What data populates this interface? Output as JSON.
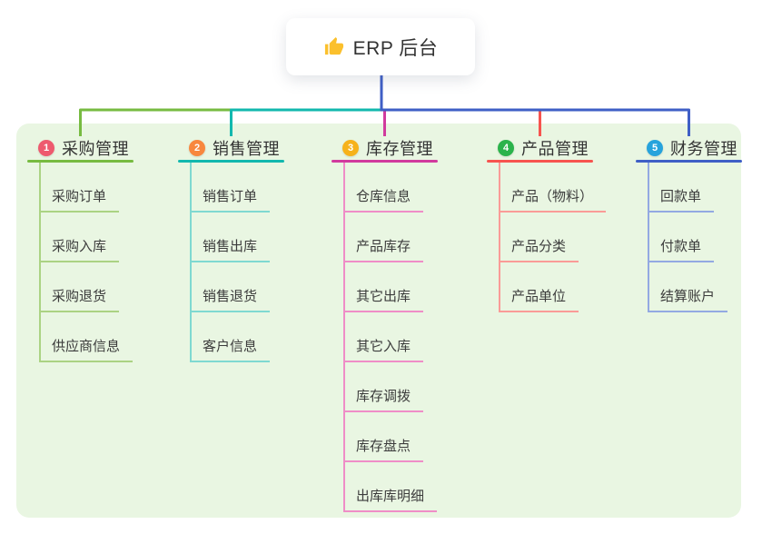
{
  "root": {
    "label": "ERP 后台",
    "icon": "thumbs-up-icon",
    "icon_color": "#fbc02d"
  },
  "branches": [
    {
      "number": "1",
      "label": "采购管理",
      "badge_color": "#ee5a6e",
      "line_color": "#77bb41",
      "child_line_color": "#abd383",
      "children": [
        "采购订单",
        "采购入库",
        "采购退货",
        "供应商信息"
      ]
    },
    {
      "number": "2",
      "label": "销售管理",
      "badge_color": "#f8873e",
      "line_color": "#12b8ae",
      "child_line_color": "#7fd9d1",
      "children": [
        "销售订单",
        "销售出库",
        "销售退货",
        "客户信息"
      ]
    },
    {
      "number": "3",
      "label": "库存管理",
      "badge_color": "#f6b21b",
      "line_color": "#d13a9e",
      "child_line_color": "#ef8dc7",
      "children": [
        "仓库信息",
        "产品库存",
        "其它出库",
        "其它入库",
        "库存调拨",
        "库存盘点",
        "出库库明细"
      ]
    },
    {
      "number": "4",
      "label": "产品管理",
      "badge_color": "#2bb34b",
      "line_color": "#f7544f",
      "child_line_color": "#fa9b97",
      "children": [
        "产品（物料）",
        "产品分类",
        "产品单位"
      ]
    },
    {
      "number": "5",
      "label": "财务管理",
      "badge_color": "#27a3dc",
      "line_color": "#3f5fc6",
      "child_line_color": "#93a9e2",
      "children": [
        "回款单",
        "付款单",
        "结算账户"
      ]
    }
  ],
  "colors": {
    "panel_bg": "#e9f6e2",
    "canvas_bg": "#ffffff",
    "title_text": "#333333",
    "child_text": "#3c3c3c"
  }
}
